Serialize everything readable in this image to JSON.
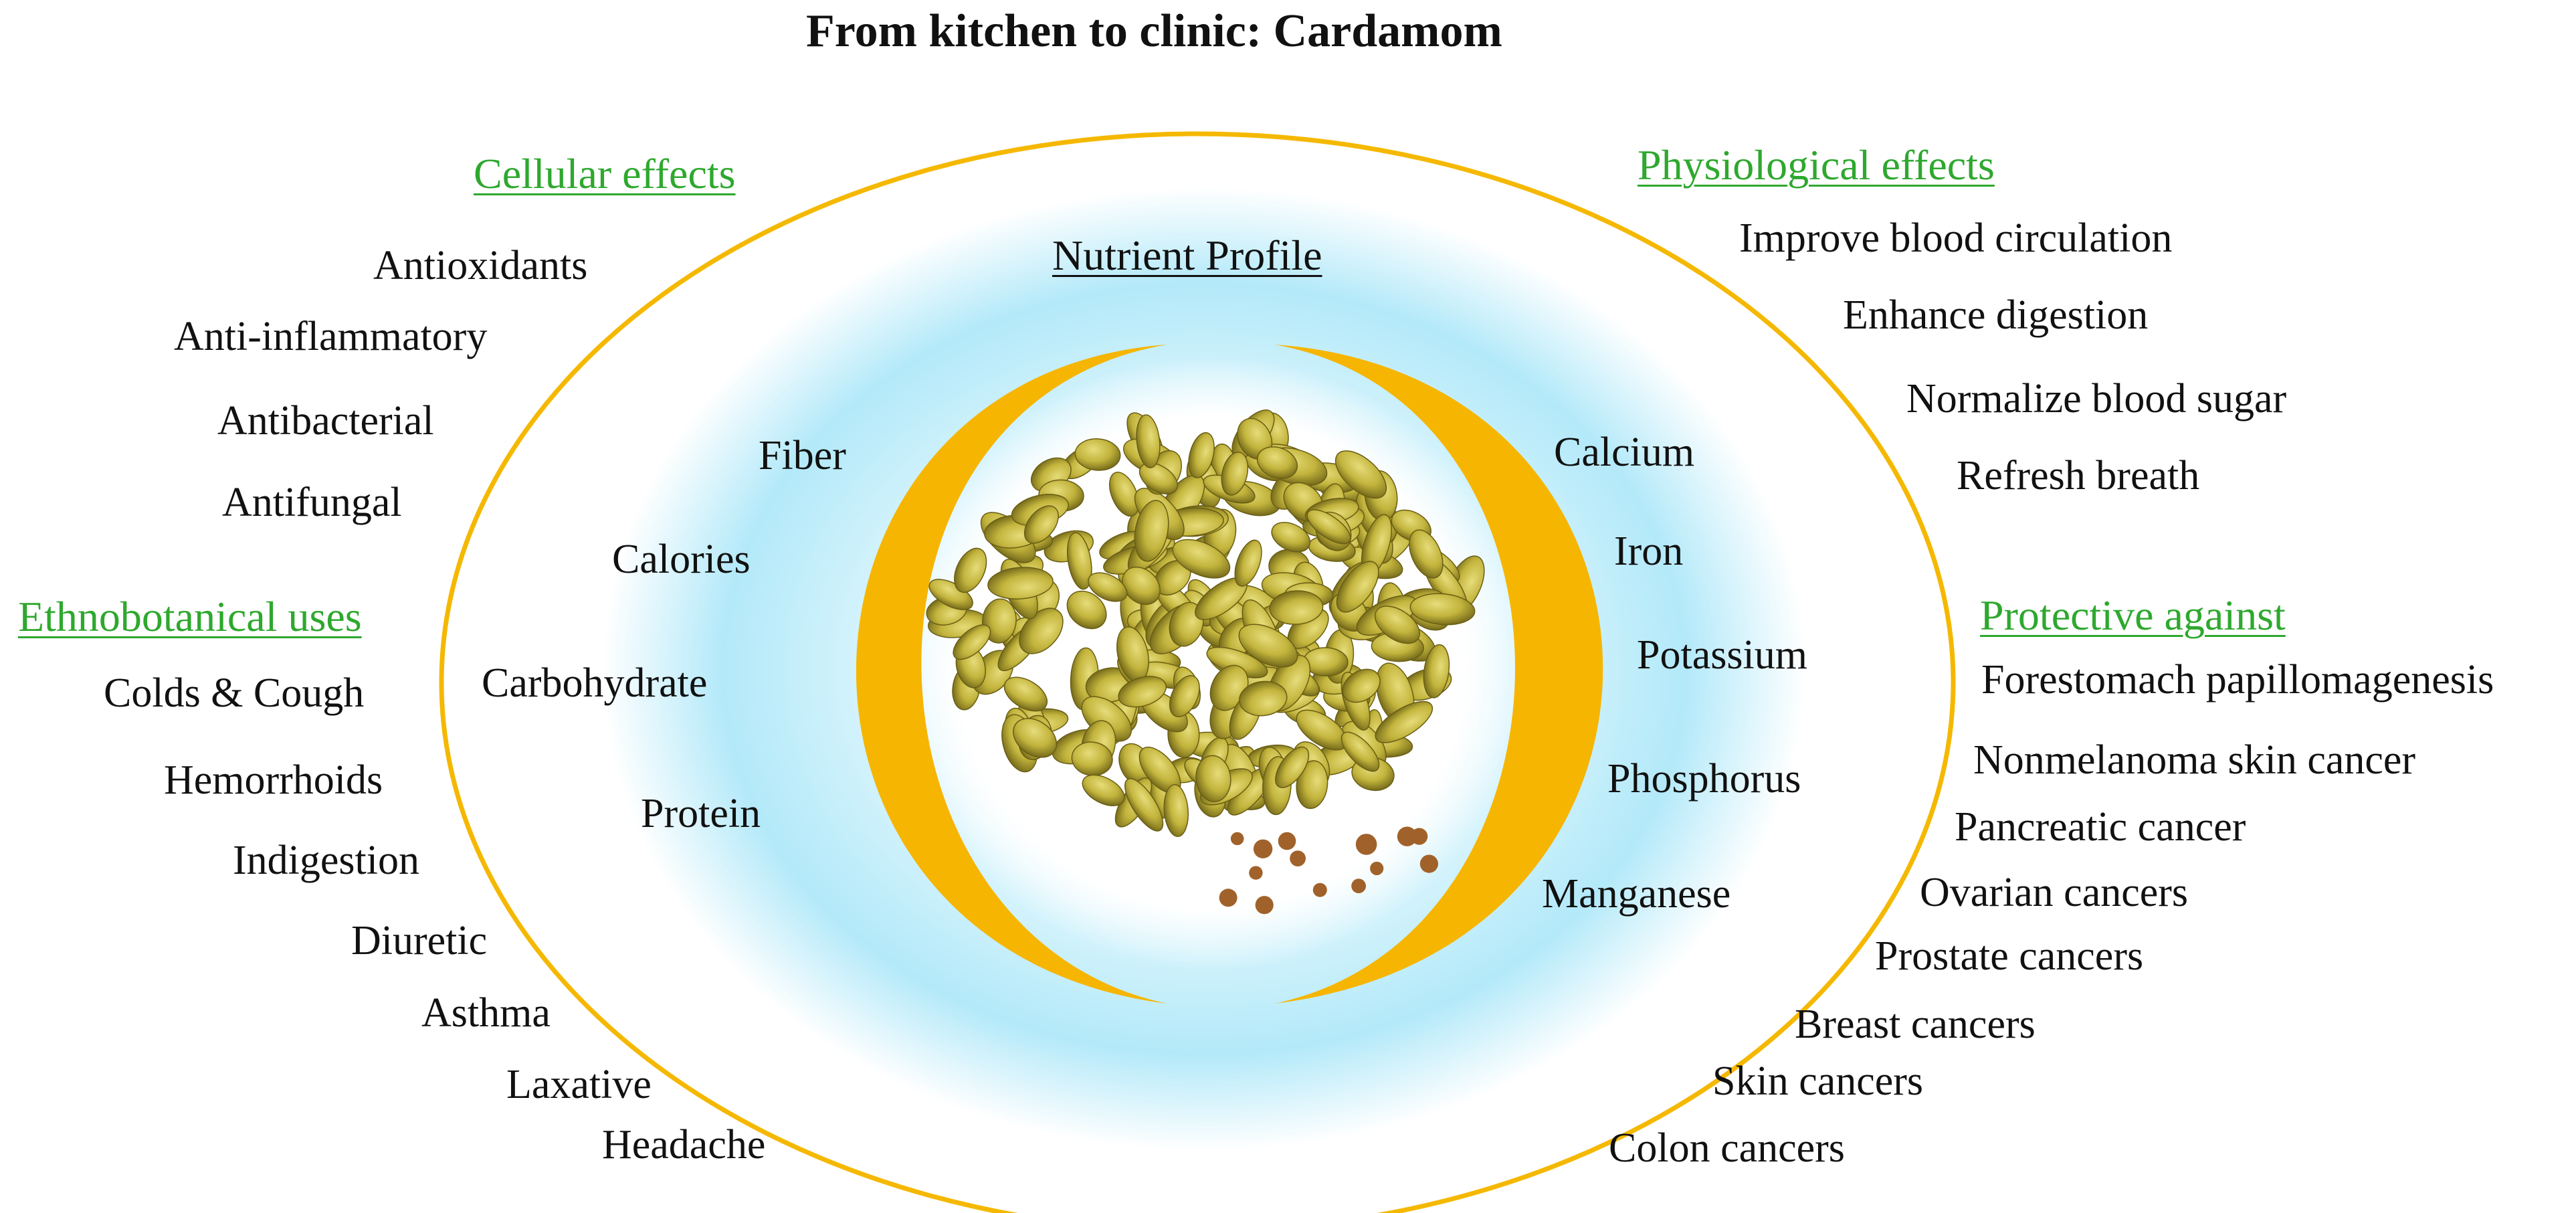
{
  "title": "From kitchen to clinic: Cardamom",
  "colors": {
    "heading_green": "#2ea82e",
    "ring_orange": "#f5b800",
    "glow_blue": "#b6ebfa",
    "seed_green": "#b4a32c"
  },
  "center_image": "cardamom-seeds-image",
  "nutrient_profile": {
    "heading": "Nutrient Profile",
    "left": [
      "Fiber",
      "Calories",
      "Carbohydrate",
      "Protein"
    ],
    "right": [
      "Calcium",
      "Iron",
      "Potassium",
      "Phosphorus",
      "Manganese"
    ]
  },
  "cellular_effects": {
    "heading": "Cellular effects",
    "items": [
      "Antioxidants",
      "Anti-inflammatory",
      "Antibacterial",
      "Antifungal"
    ]
  },
  "ethnobotanical_uses": {
    "heading": "Ethnobotanical uses",
    "items": [
      "Colds & Cough",
      "Hemorrhoids",
      "Indigestion",
      "Diuretic",
      "Asthma",
      "Laxative",
      "Headache"
    ]
  },
  "physiological_effects": {
    "heading": "Physiological effects",
    "items": [
      "Improve blood circulation",
      "Enhance digestion",
      "Normalize blood sugar",
      "Refresh breath"
    ]
  },
  "protective_against": {
    "heading": "Protective against",
    "items": [
      "Forestomach papillomagenesis",
      "Nonmelanoma skin cancer",
      "Pancreatic cancer",
      "Ovarian cancers",
      "Prostate cancers",
      "Breast cancers",
      "Skin cancers",
      "Colon cancers"
    ]
  }
}
